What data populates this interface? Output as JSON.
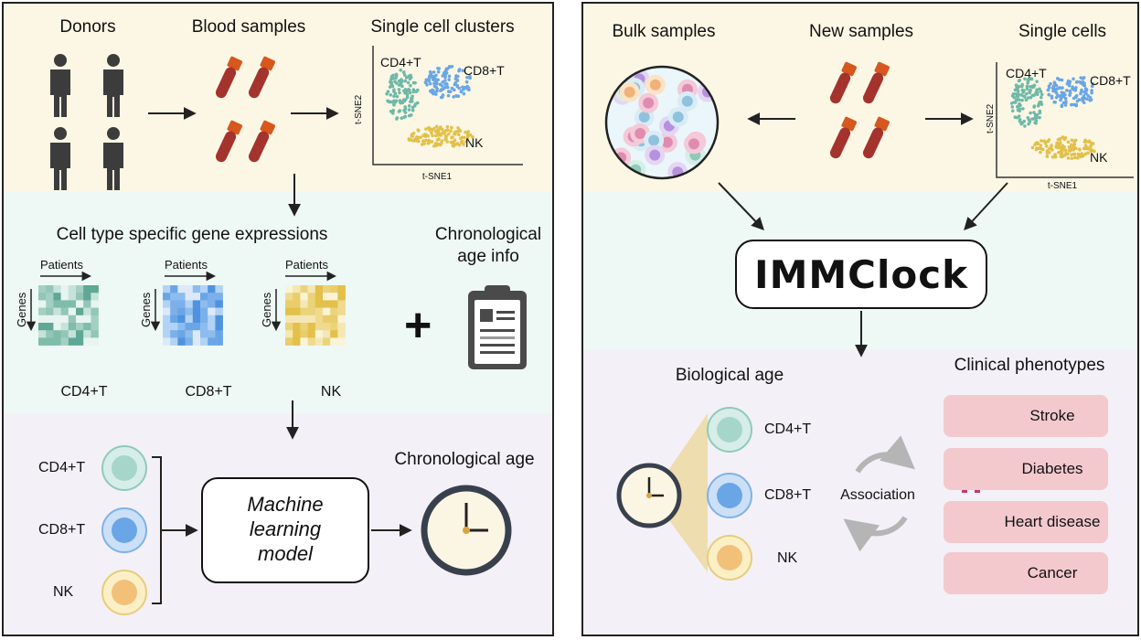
{
  "left": {
    "donors": "Donors",
    "blood_samples": "Blood samples",
    "single_cell_clusters": "Single cell clusters",
    "tsne1": "t-SNE1",
    "tsne2": "t-SNE2",
    "cd4": "CD4+T",
    "cd8": "CD8+T",
    "nk": "NK",
    "gene_expr_title": "Cell type specific gene expressions",
    "chrono_info_1": "Chronological",
    "chrono_info_2": "age info",
    "patients": "Patients",
    "genes": "Genes",
    "plus": "+",
    "ml_line1": "Machine",
    "ml_line2": "learning",
    "ml_line3": "model",
    "chrono_age": "Chronological age"
  },
  "right": {
    "bulk_samples": "Bulk samples",
    "new_samples": "New samples",
    "single_cells": "Single cells",
    "tsne1": "t-SNE1",
    "tsne2": "t-SNE2",
    "cd4": "CD4+T",
    "cd8": "CD8+T",
    "nk": "NK",
    "immclock": "IMMClock",
    "biological_age": "Biological age",
    "clinical_phenotypes": "Clinical phenotypes",
    "association": "Association",
    "phenotypes": [
      "Stroke",
      "Diabetes",
      "Heart disease",
      "Cancer"
    ]
  },
  "colors": {
    "band_yellow": "#fbf7e4",
    "band_mint": "#eef9f6",
    "band_lavender": "#f4f0f7",
    "cd4_teal": "#6fb8a8",
    "cd8_blue": "#6aa6e6",
    "nk_yellow": "#e2c04a",
    "tube_red": "#a4332d",
    "pheno_pink": "#f3c9ce",
    "icon_magenta": "#c2376c"
  }
}
